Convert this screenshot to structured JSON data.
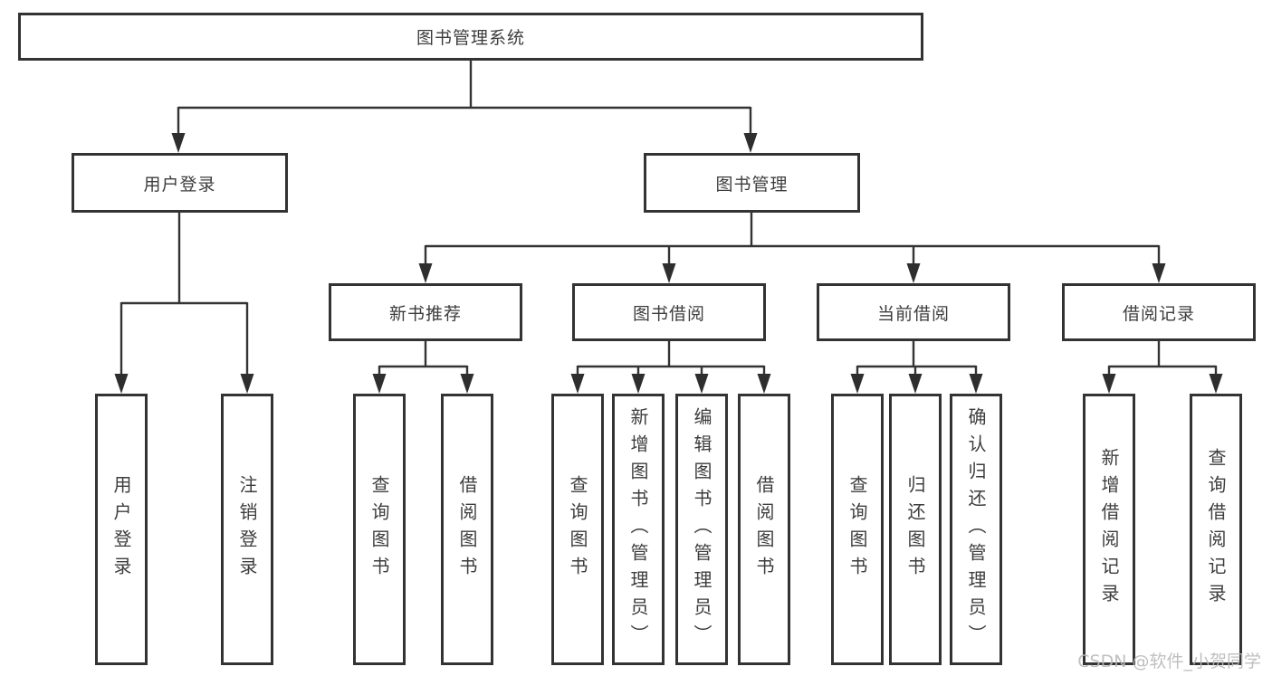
{
  "colors": {
    "line": "#333333",
    "box_border": "#333333",
    "text": "#3d3d3d",
    "watermark": "#b9b9b9",
    "background": "#ffffff"
  },
  "tree": {
    "root": "图书管理系统",
    "level2": [
      "用户登录",
      "图书管理"
    ],
    "level3": [
      "新书推荐",
      "图书借阅",
      "当前借阅",
      "借阅记录"
    ],
    "leaves": {
      "user": [
        "用户登录",
        "注销登录"
      ],
      "recommend": [
        "查询图书",
        "借阅图书"
      ],
      "borrow": [
        "查询图书",
        "新增图书（管理员）",
        "编辑图书（管理员）",
        "借阅图书"
      ],
      "current": [
        "查询图书",
        "归还图书",
        "确认归还（管理员）"
      ],
      "records": [
        "新增借阅记录",
        "查询借阅记录"
      ]
    }
  },
  "watermark": "CSDN @软件_小贺同学"
}
